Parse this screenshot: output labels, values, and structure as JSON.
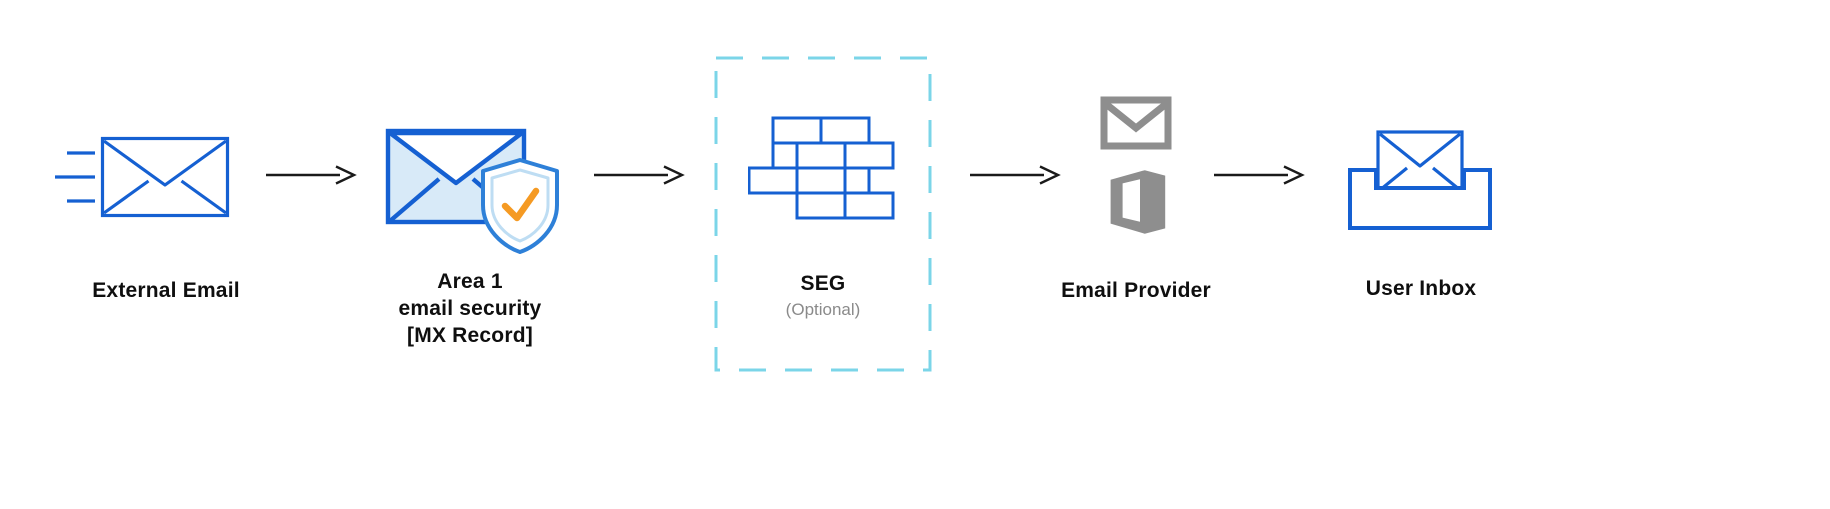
{
  "nodes": {
    "external": {
      "label": "External Email"
    },
    "area1": {
      "line1": "Area 1",
      "line2": "email security",
      "line3": "[MX Record]"
    },
    "seg": {
      "label": "SEG",
      "sublabel": "(Optional)"
    },
    "provider": {
      "label": "Email Provider"
    },
    "inbox": {
      "label": "User Inbox"
    }
  },
  "colors": {
    "blue": "#1560D2",
    "light_blue": "#D8EAF8",
    "shield_blue": "#2E80D8",
    "shield_inner": "#BEDDF3",
    "orange": "#F59A23",
    "gray_icon": "#8E8E8E",
    "dashed_cyan": "#7BD5E8",
    "text": "#0F0F0F",
    "subtext": "#8A8A8A",
    "arrow": "#1A1A1A"
  }
}
